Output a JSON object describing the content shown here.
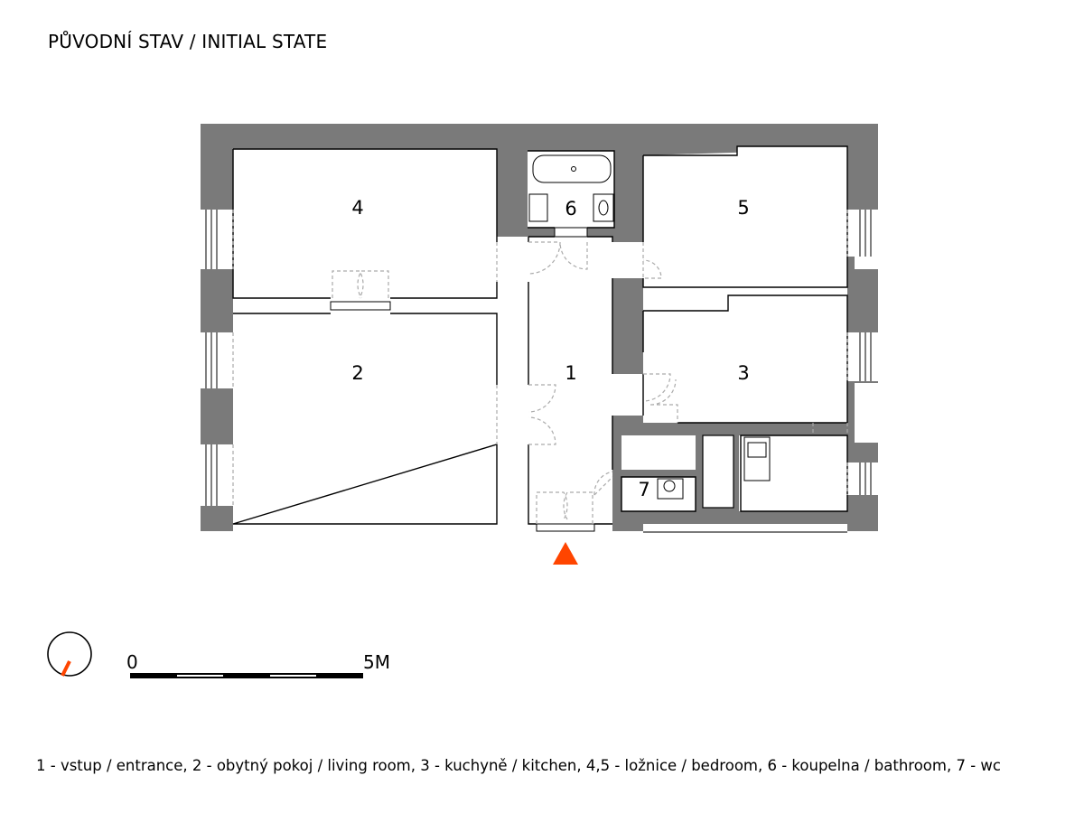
{
  "title": "PŮVODNÍ STAV / INITIAL STATE",
  "rooms": [
    {
      "id": "1",
      "label": "1"
    },
    {
      "id": "2",
      "label": "2"
    },
    {
      "id": "3",
      "label": "3"
    },
    {
      "id": "4",
      "label": "4"
    },
    {
      "id": "5",
      "label": "5"
    },
    {
      "id": "6",
      "label": "6"
    },
    {
      "id": "7",
      "label": "7"
    }
  ],
  "scale": {
    "start_label": "0",
    "end_label": "5M"
  },
  "legend": "1 - vstup / entrance, 2 - obytný pokoj / living room, 3 - kuchyně / kitchen, 4,5 - ložnice / bedroom, 6 - koupelna / bathroom, 7 - wc",
  "colors": {
    "wall": "#7a7a7a",
    "accent": "#ff4500",
    "dashed": "#aaaaaa"
  },
  "icons": {
    "entrance_marker": "triangle-up",
    "north_arrow": "circle-with-needle"
  }
}
